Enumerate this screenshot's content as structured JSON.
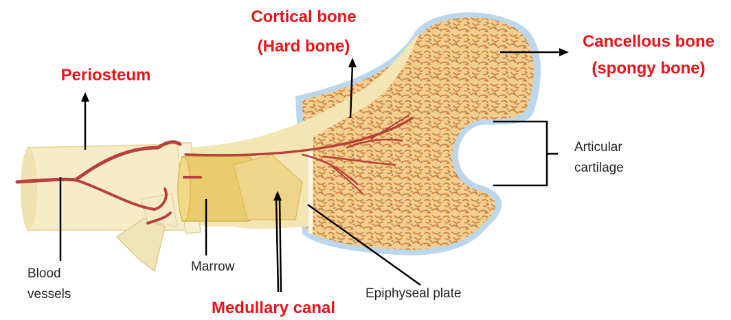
{
  "labels": {
    "cortical_line1": "Cortical bone",
    "cortical_line2": "(Hard bone)",
    "cancellous_line1": "Cancellous bone",
    "cancellous_line2": "(spongy bone)",
    "periosteum": "Periosteum",
    "articular_line1": "Articular",
    "articular_line2": "cartilage",
    "blood_line1": "Blood",
    "blood_line2": "vessels",
    "marrow": "Marrow",
    "medullary": "Medullary canal",
    "epiphyseal": "Epiphyseal plate"
  },
  "colors": {
    "red_label": "#e8141a",
    "black_label": "#222222",
    "bone_shaft": "#f3e6b4",
    "spongy_fill": "#f2cf8e",
    "spongy_texture": "#d48845",
    "cartilage": "#bcd7ec",
    "vessel": "#b8403a",
    "marrow": "#e9cd6c"
  }
}
